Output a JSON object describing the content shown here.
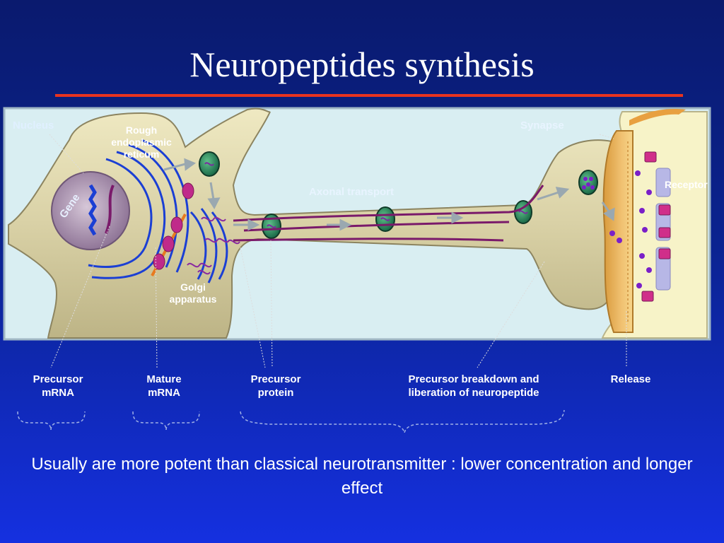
{
  "title": "Neuropeptides synthesis",
  "diagram_labels": {
    "nucleus": "Nucleus",
    "gene": "Gene",
    "rough_er": "Rough endoplasmic reticum",
    "golgi": "Golgi apparatus",
    "axonal_transport": "Axonal transport",
    "synapse": "Synapse",
    "receptor": "Receptor"
  },
  "steps": [
    {
      "line1": "Precursor",
      "line2": "mRNA"
    },
    {
      "line1": "Mature",
      "line2": "mRNA"
    },
    {
      "line1": "Precursor",
      "line2": "protein"
    },
    {
      "line1": "Precursor breakdown and",
      "line2": "liberation of neuropeptide"
    },
    {
      "line1": "Release",
      "line2": ""
    }
  ],
  "caption": "Usually are more potent than classical neurotransmitter : lower concentration and longer effect",
  "colors": {
    "background_top": "#0a1a6e",
    "background_bottom": "#1530e0",
    "title_rule": "#e8331f",
    "diagram_panel": "#d9eef2",
    "neuron_body": "#cfc79a",
    "nucleus": "#a08aa8",
    "vesicle": "#2a8a5a",
    "synapse_target": "#f7f3c8"
  }
}
